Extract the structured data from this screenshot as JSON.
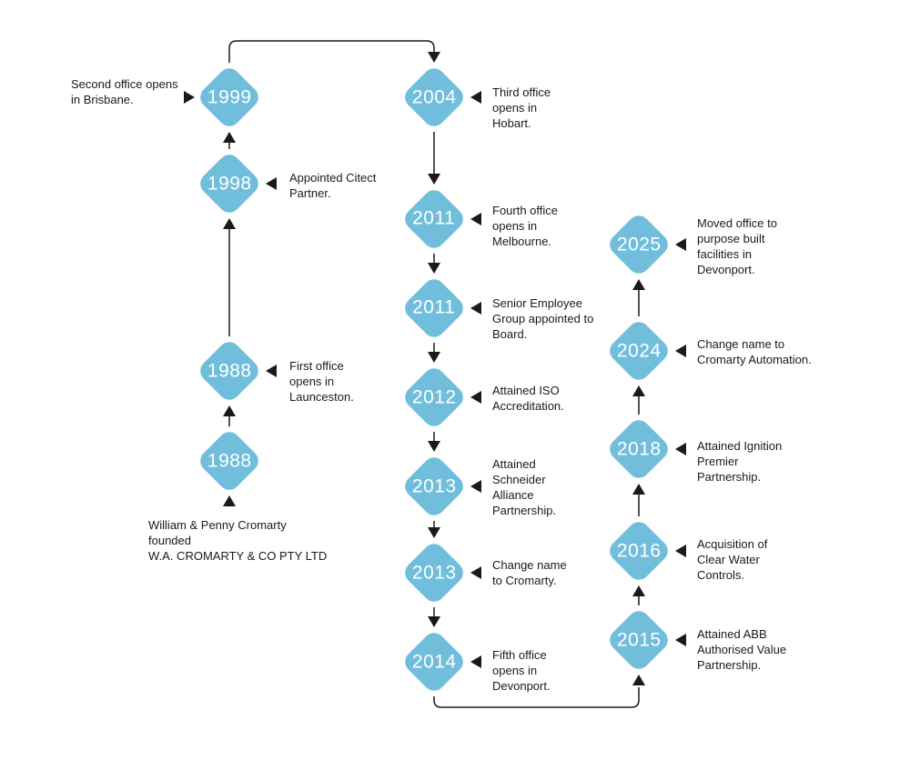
{
  "diagram": {
    "name": "Cromarty company history timeline",
    "accent_color": "#71BEDC",
    "arrow_color": "#1A1A1A",
    "text_color": "#1A1A1A",
    "year_text_color": "#FFFFFF"
  },
  "founding": {
    "lines": [
      "William & Penny Cromarty",
      "founded",
      "W.A. CROMARTY & CO PTY LTD"
    ]
  },
  "nodes": [
    {
      "year": "1988"
    },
    {
      "year": "1988",
      "label": "First office opens in Launceston."
    },
    {
      "year": "1998",
      "label": "Appointed Citect Partner."
    },
    {
      "year": "1999",
      "label": "Second office opens in Brisbane."
    },
    {
      "year": "2004",
      "label": "Third office opens in Hobart."
    },
    {
      "year": "2011",
      "label": "Fourth office opens in Melbourne."
    },
    {
      "year": "2011",
      "label": "Senior Employee Group appointed to Board."
    },
    {
      "year": "2012",
      "label": "Attained ISO Accreditation."
    },
    {
      "year": "2013",
      "label": "Attained Schneider Alliance Partnership."
    },
    {
      "year": "2013",
      "label": "Change name to Cromarty."
    },
    {
      "year": "2014",
      "label": "Fifth office opens in Devonport."
    },
    {
      "year": "2015",
      "label": "Attained ABB Authorised Value Partnership."
    },
    {
      "year": "2016",
      "label": "Acquisition of Clear Water Controls."
    },
    {
      "year": "2018",
      "label": "Attained Ignition Premier Partnership."
    },
    {
      "year": "2024",
      "label": "Change name to Cromarty Automation."
    },
    {
      "year": "2025",
      "label": "Moved office to purpose built facilities in Devonport."
    }
  ]
}
